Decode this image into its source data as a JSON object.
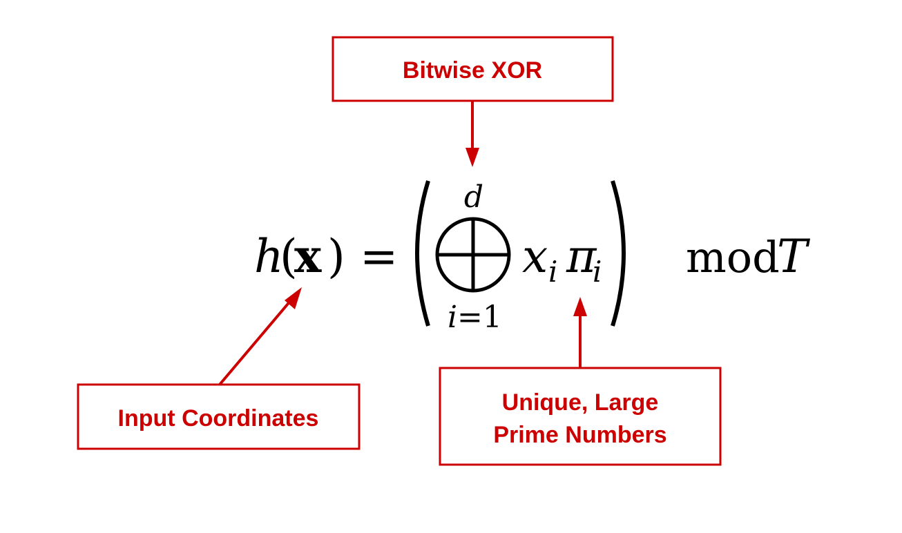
{
  "labels": {
    "xor": "Bitwise XOR",
    "input_coords": "Input Coordinates",
    "primes_line1": "Unique, Large",
    "primes_line2": "Prime Numbers"
  },
  "formula": {
    "lhs_func": "h",
    "lhs_open_paren": "(",
    "lhs_var": "x",
    "lhs_close_paren": ")",
    "equals": "=",
    "upper_limit": "d",
    "lower_limit_index": "i",
    "lower_limit_eq": "=1",
    "term_x": "x",
    "term_x_sub": "i",
    "term_pi": "π",
    "term_pi_sub": "i",
    "mod_word": "mod",
    "mod_var": "T"
  },
  "colors": {
    "accent": "#cc0000",
    "text": "#000000",
    "background": "#ffffff"
  }
}
